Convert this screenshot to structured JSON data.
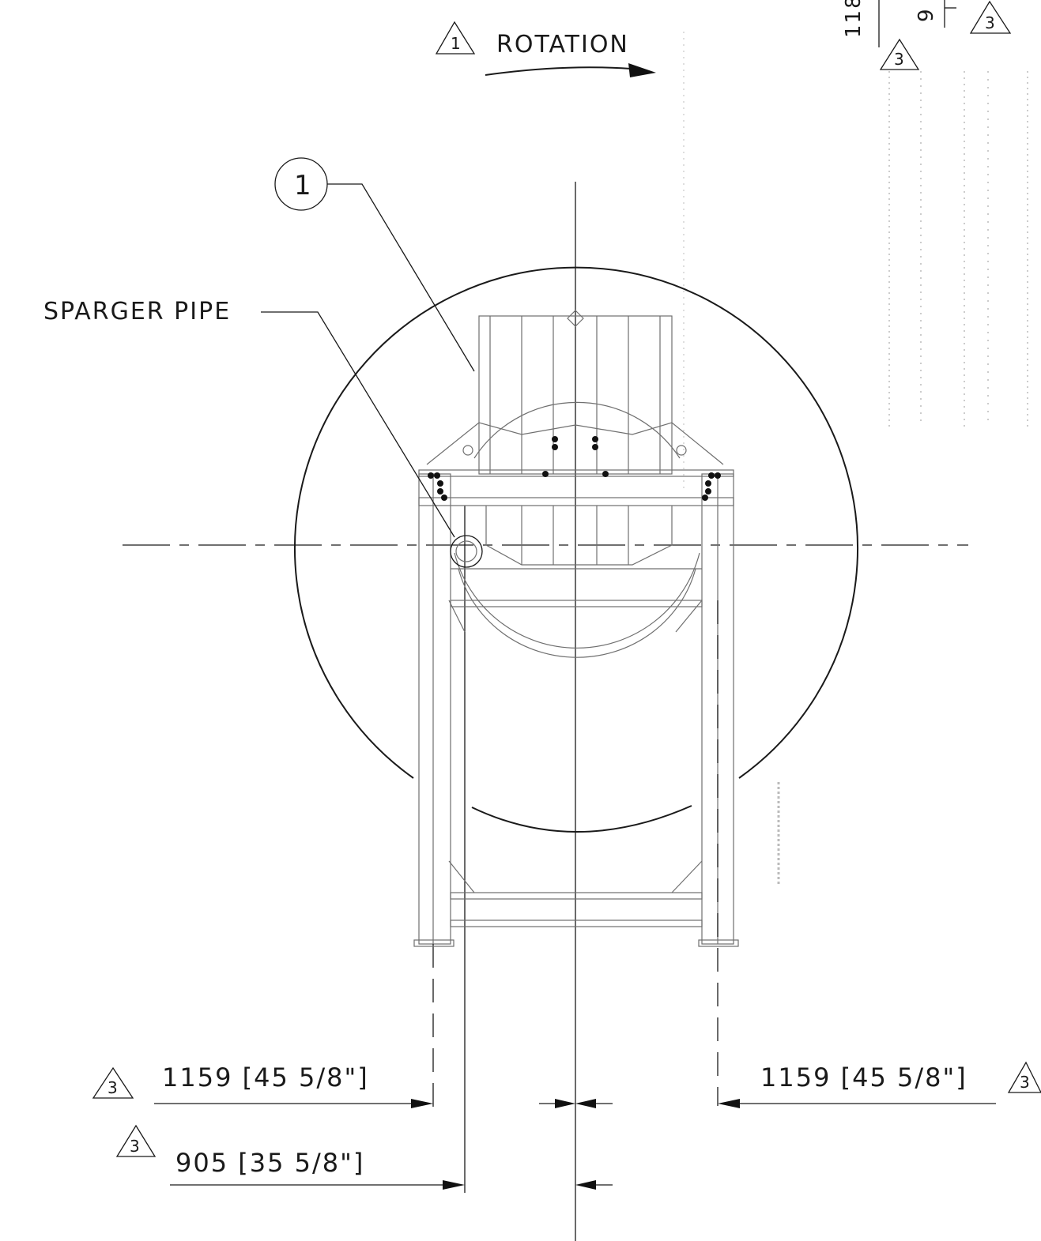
{
  "labels": {
    "rotation": "ROTATION",
    "sparger_pipe": "SPARGER PIPE",
    "item_balloon": "1",
    "revision_1": "1",
    "revision_3": "3"
  },
  "dimensions": {
    "left_outer": "1159 [45 5/8\"]",
    "right_outer": "1159 [45 5/8\"]",
    "left_inner": "905 [35 5/8\"]",
    "corner_top": "118",
    "corner_sub": "9"
  }
}
